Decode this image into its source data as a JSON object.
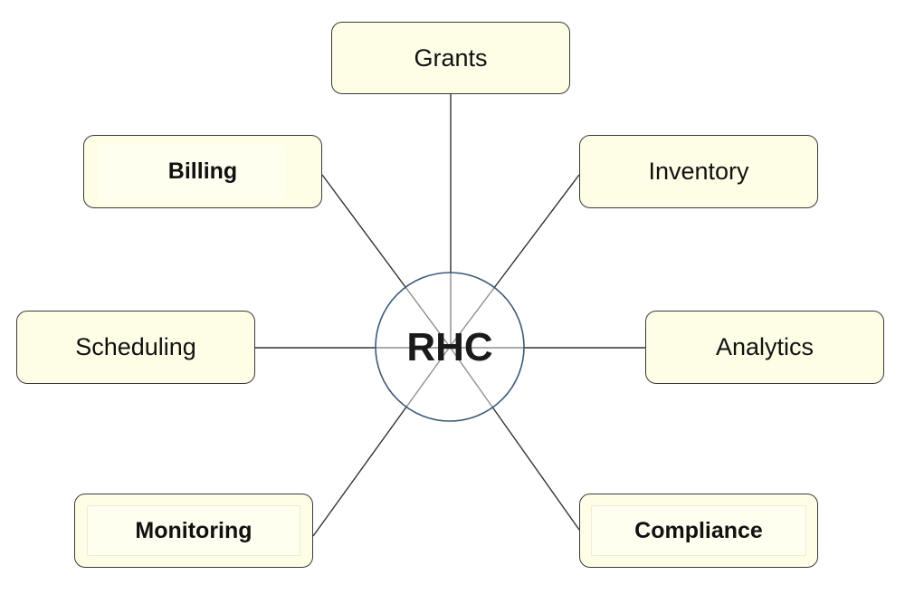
{
  "diagram": {
    "center": {
      "label": "RHC"
    },
    "nodes": [
      {
        "id": "grants",
        "label": "Grants",
        "bold": false
      },
      {
        "id": "billing",
        "label": "Billing",
        "bold": true
      },
      {
        "id": "inventory",
        "label": "Inventory",
        "bold": false
      },
      {
        "id": "scheduling",
        "label": "Scheduling",
        "bold": false
      },
      {
        "id": "analytics",
        "label": "Analytics",
        "bold": false
      },
      {
        "id": "monitoring",
        "label": "Monitoring",
        "bold": true
      },
      {
        "id": "compliance",
        "label": "Compliance",
        "bold": true
      }
    ],
    "edges": [
      {
        "from": "RHC",
        "to": "Grants"
      },
      {
        "from": "RHC",
        "to": "Billing"
      },
      {
        "from": "RHC",
        "to": "Inventory"
      },
      {
        "from": "RHC",
        "to": "Scheduling"
      },
      {
        "from": "RHC",
        "to": "Analytics"
      },
      {
        "from": "RHC",
        "to": "Monitoring"
      },
      {
        "from": "RHC",
        "to": "Compliance"
      }
    ],
    "colors": {
      "box_fill": "#fefee6",
      "box_border": "#3a3a3a",
      "circle_stroke": "#3d5a78",
      "line": "#333333"
    }
  }
}
